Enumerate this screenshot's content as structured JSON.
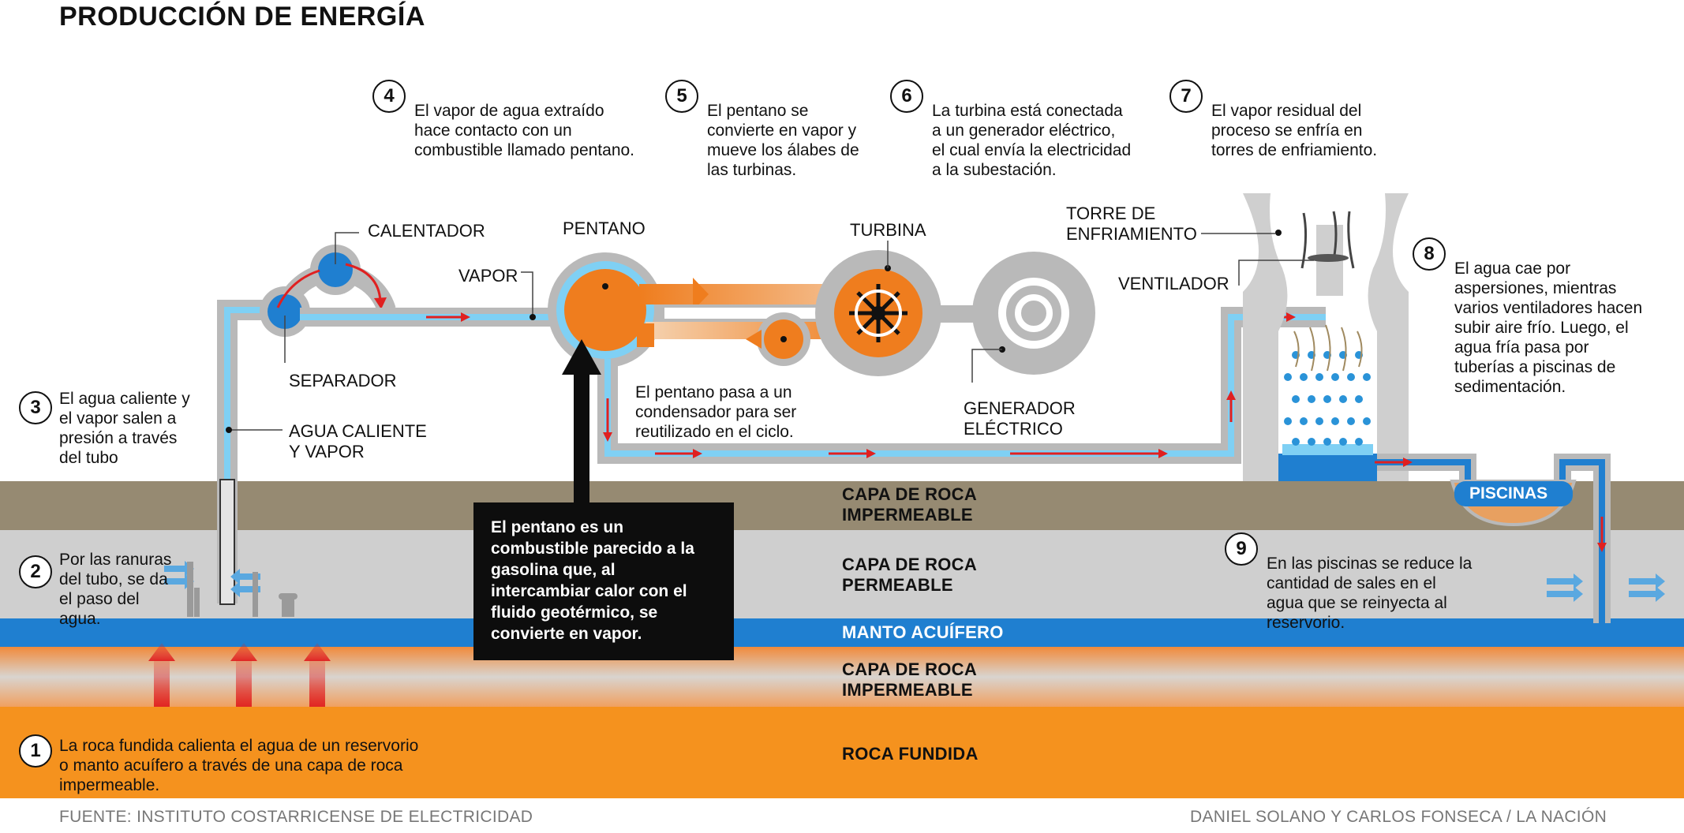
{
  "title": "PRODUCCIÓN DE ENERGÍA",
  "steps": [
    {
      "n": "1",
      "text": "La roca fundida calienta el agua de un reservorio\no manto acuífero a través de una capa de roca\nimpermeable."
    },
    {
      "n": "2",
      "text": "Por las ranuras\ndel tubo, se da\nel paso del\nagua."
    },
    {
      "n": "3",
      "text": "El agua caliente y\nel vapor salen a\npresión a través\ndel tubo"
    },
    {
      "n": "4",
      "text": "El vapor de agua extraído\nhace contacto con un\ncombustible llamado pentano."
    },
    {
      "n": "5",
      "text": "El pentano se\nconvierte en vapor y\nmueve los álabes de\nlas turbinas."
    },
    {
      "n": "6",
      "text": "La turbina está conectada\na un generador eléctrico,\nel cual envía la electricidad\na la subestación."
    },
    {
      "n": "7",
      "text": "El vapor residual del\nproceso se enfría en\ntorres de enfriamiento."
    },
    {
      "n": "8",
      "text": "El agua cae por\naspersiones, mientras\nvarios ventiladores hacen\nsubir aire frío. Luego, el\nagua fría pasa por\ntuberías a piscinas de\nsedimentación."
    },
    {
      "n": "9",
      "text": "En las piscinas se reduce la\ncantidad de sales en el\nagua que se reinyecta al\nreservorio."
    }
  ],
  "labels": {
    "calentador": "CALENTADOR",
    "separador": "SEPARADOR",
    "vapor": "VAPOR",
    "agua_caliente": "AGUA CALIENTE\nY VAPOR",
    "pentano": "PENTANO",
    "turbina": "TURBINA",
    "torre": "TORRE DE\nENFRIAMIENTO",
    "ventilador": "VENTILADOR",
    "generador": "GENERADOR\nELÉCTRICO",
    "condensador": "El pentano pasa a un\ncondensador para ser\nreutilizado en el ciclo.",
    "piscinas": "PISCINAS"
  },
  "layers": {
    "impermeable_top": "CAPA DE ROCA\nIMPERMEABLE",
    "permeable": "CAPA DE ROCA\nPERMEABLE",
    "acuifero": "MANTO ACUÍFERO",
    "impermeable_bottom": "CAPA DE ROCA\nIMPERMEABLE",
    "fundida": "ROCA FUNDIDA"
  },
  "note": "El pentano es un\ncombustible parecido a la\ngasolina que, al\nintercambiar calor con el\nfluido geotérmico, se\nconvierte en vapor.",
  "footer": {
    "source": "FUENTE: INSTITUTO COSTARRICENSE DE ELECTRICIDAD",
    "credit": "DANIEL SOLANO Y CARLOS FONSECA / LA NACIÓN"
  },
  "colors": {
    "water_blue": "#1f7fd0",
    "pipe_light": "#7fd0f4",
    "pentane_orange": "#ef7d1e",
    "molten_orange": "#f5921e",
    "rock_brown": "#968a72",
    "rock_gray": "#cfcfcf",
    "arrow_red": "#e02020"
  }
}
